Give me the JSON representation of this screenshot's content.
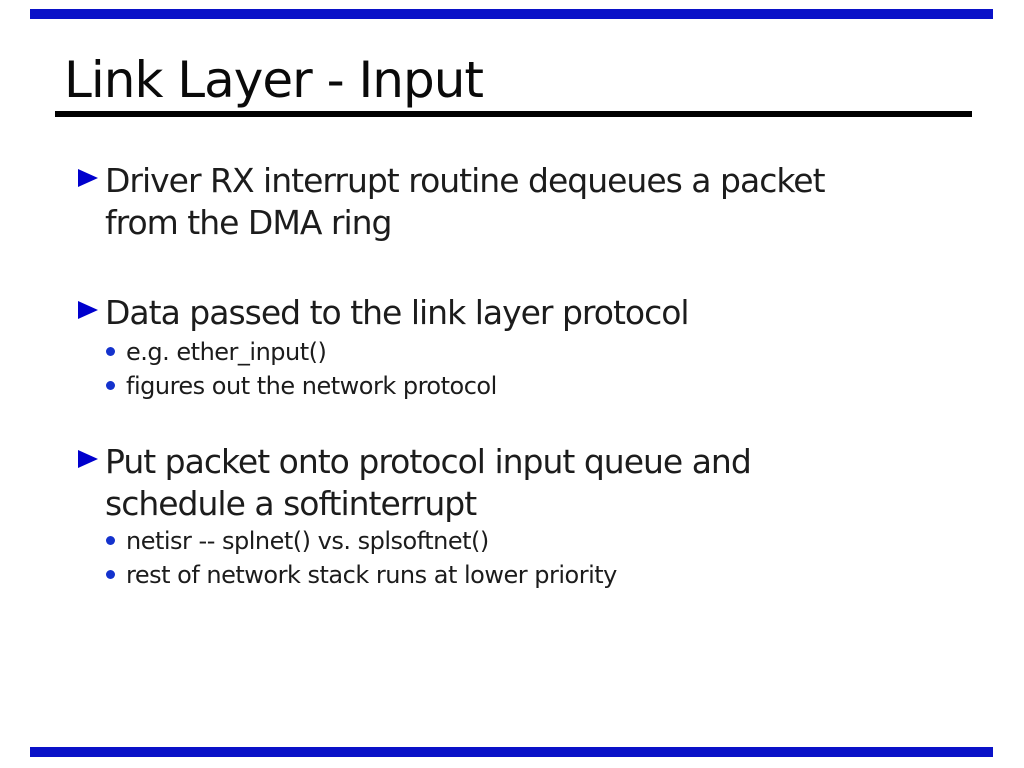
{
  "slide": {
    "title": "Link Layer - Input",
    "colors": {
      "rule_blue": "#0a12c8",
      "triangle_blue": "#0000cd",
      "dot_blue": "#1432cd",
      "title_color": "#0a0a0a",
      "body_color": "#1c1c1c",
      "underline_color": "#000000"
    },
    "bullets": [
      {
        "marker": "triangle",
        "lines": [
          "Driver RX interrupt routine dequeues a packet",
          "from the DMA ring"
        ]
      },
      {
        "marker": "triangle",
        "lines": [
          "Data passed to the link layer protocol"
        ]
      },
      {
        "marker": "dot",
        "lines": [
          "e.g. ether_input()"
        ]
      },
      {
        "marker": "dot",
        "lines": [
          "figures out the network protocol"
        ]
      },
      {
        "marker": "triangle",
        "lines": [
          "Put packet onto protocol input queue and",
          "schedule a softinterrupt"
        ]
      },
      {
        "marker": "dot",
        "lines": [
          "netisr -- splnet() vs. splsoftnet()"
        ]
      },
      {
        "marker": "dot",
        "lines": [
          "rest of network stack runs at lower priority"
        ]
      }
    ]
  }
}
